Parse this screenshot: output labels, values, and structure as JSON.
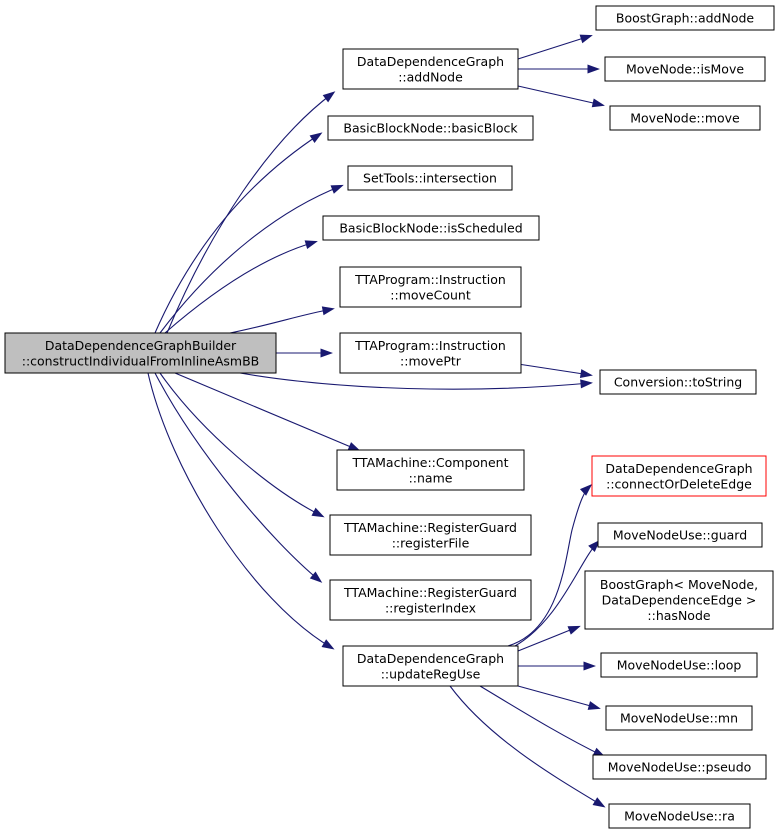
{
  "colors": {
    "edge": "#191970",
    "root_fill": "#bfbfbf",
    "node_border": "#000000",
    "highlight_border": "#ff0000"
  },
  "nodes": {
    "root": [
      "DataDependenceGraphBuilder",
      "::constructIndividualFromInlineAsmBB"
    ],
    "ddg_addNode": [
      "DataDependenceGraph",
      "::addNode"
    ],
    "boost_addNode": [
      "BoostGraph::addNode"
    ],
    "isMove": [
      "MoveNode::isMove"
    ],
    "move": [
      "MoveNode::move"
    ],
    "bb_basicBlock": [
      "BasicBlockNode::basicBlock"
    ],
    "intersection": [
      "SetTools::intersection"
    ],
    "isScheduled": [
      "BasicBlockNode::isScheduled"
    ],
    "moveCount": [
      "TTAProgram::Instruction",
      "::moveCount"
    ],
    "movePtr": [
      "TTAProgram::Instruction",
      "::movePtr"
    ],
    "toString": [
      "Conversion::toString"
    ],
    "comp_name": [
      "TTAMachine::Component",
      "::name"
    ],
    "regFile": [
      "TTAMachine::RegisterGuard",
      "::registerFile"
    ],
    "regIndex": [
      "TTAMachine::RegisterGuard",
      "::registerIndex"
    ],
    "updateRegUse": [
      "DataDependenceGraph",
      "::updateRegUse"
    ],
    "connectOrDelete": [
      "DataDependenceGraph",
      "::connectOrDeleteEdge"
    ],
    "guard": [
      "MoveNodeUse::guard"
    ],
    "hasNode": [
      "BoostGraph< MoveNode,",
      "DataDependenceEdge >",
      "::hasNode"
    ],
    "loop": [
      "MoveNodeUse::loop"
    ],
    "mn": [
      "MoveNodeUse::mn"
    ],
    "pseudo": [
      "MoveNodeUse::pseudo"
    ],
    "ra": [
      "MoveNodeUse::ra"
    ]
  }
}
